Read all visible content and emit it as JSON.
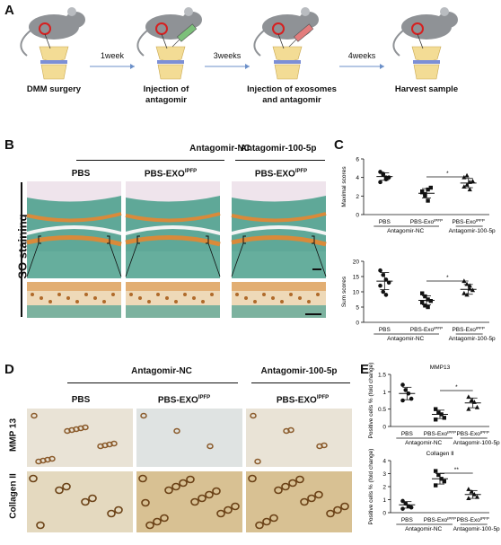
{
  "panels": {
    "a": "A",
    "b": "B",
    "c": "C",
    "d": "D",
    "e": "E"
  },
  "workflow": {
    "steps": [
      {
        "caption": "DMM surgery"
      },
      {
        "caption": "Injection of antagomir"
      },
      {
        "caption": "Injection of exosomes and antagomir"
      },
      {
        "caption": "Harvest sample"
      }
    ],
    "intervals": [
      "1week",
      "3weeks",
      "4weeks"
    ]
  },
  "panel_b": {
    "row_label": "SO staining",
    "group_left": "Antagomir-NC",
    "group_right": "Antagomir-100-5p",
    "col_pbs": "PBS",
    "col_exo": "PBS-EXO",
    "col_exo_sup": "IPFP"
  },
  "panel_d": {
    "group_left": "Antagomir-NC",
    "group_right": "Antagomir-100-5p",
    "col_pbs": "PBS",
    "col_exo": "PBS-EXO",
    "col_exo_sup": "IPFP",
    "row1": "MMP 13",
    "row2": "Collagen II"
  },
  "colors": {
    "stain_green": "#5fa898",
    "stain_orange": "#d98a3a",
    "ihc_bg": "#e9e3d6",
    "ihc_brown": "#8a5a2a"
  },
  "chart_data": [
    {
      "type": "scatter",
      "id": "maximal",
      "title": "",
      "ylabel": "Maximal scores",
      "categories": [
        "PBS",
        "PBS-Exo",
        "PBS-Exo"
      ],
      "cat_sup": [
        "",
        "IPFP",
        "IPFP"
      ],
      "groups": [
        "Antagomir-NC",
        "Antagomir-100-5p"
      ],
      "ylim": [
        0,
        6
      ],
      "yticks": [
        0,
        2,
        4,
        6
      ],
      "points": [
        [
          4.6,
          4.3,
          4.0,
          4.0,
          3.5,
          4.4,
          3.8
        ],
        [
          2.4,
          2.0,
          1.5,
          2.9,
          2.5,
          2.2,
          2.7
        ],
        [
          4.0,
          3.2,
          2.7,
          3.6,
          3.0,
          4.2,
          3.5
        ]
      ],
      "means": [
        4.1,
        2.3,
        3.4
      ],
      "sd": [
        0.4,
        0.5,
        0.5
      ],
      "sig": "*"
    },
    {
      "type": "scatter",
      "id": "sum",
      "title": "",
      "ylabel": "Sum scores",
      "categories": [
        "PBS",
        "PBS-Exo",
        "PBS-Exo"
      ],
      "cat_sup": [
        "",
        "IPFP",
        "IPFP"
      ],
      "groups": [
        "Antagomir-NC",
        "Antagomir-100-5p"
      ],
      "ylim": [
        0,
        20
      ],
      "yticks": [
        0,
        5,
        10,
        15,
        20
      ],
      "points": [
        [
          17,
          15.5,
          14,
          13,
          12,
          10,
          9
        ],
        [
          9.5,
          8.5,
          7.5,
          7,
          6.5,
          5.5,
          5
        ],
        [
          13.5,
          12.5,
          11,
          10.5,
          9.5,
          9,
          12
        ]
      ],
      "means": [
        13.5,
        7.2,
        10.8
      ],
      "sd": [
        2.8,
        1.5,
        1.6
      ],
      "sig": "*"
    },
    {
      "type": "scatter",
      "id": "mmp13",
      "title": "MMP13",
      "ylabel": "Positive cells % (fold change)",
      "categories": [
        "PBS",
        "PBS-Exo",
        "PBS-Exo"
      ],
      "cat_sup": [
        "",
        "IPFP",
        "IPFP"
      ],
      "groups": [
        "Antagomir-NC",
        "Antagomir-100-5p"
      ],
      "ylim": [
        0,
        1.5
      ],
      "yticks": [
        0,
        0.5,
        1.0,
        1.5
      ],
      "points": [
        [
          1.2,
          1.05,
          0.95,
          0.8,
          0.75
        ],
        [
          0.5,
          0.4,
          0.35,
          0.25,
          0.2
        ],
        [
          0.85,
          0.75,
          0.7,
          0.55,
          0.5
        ]
      ],
      "means": [
        0.95,
        0.35,
        0.68
      ],
      "sd": [
        0.18,
        0.12,
        0.14
      ],
      "sig": "*"
    },
    {
      "type": "scatter",
      "id": "collagen",
      "title": "Collagen Ⅱ",
      "ylabel": "Positive cells % (fold change)",
      "categories": [
        "PBS",
        "PBS-Exo",
        "PBS-Exo"
      ],
      "cat_sup": [
        "",
        "IPFP",
        "IPFP"
      ],
      "groups": [
        "Antagomir-NC",
        "Antagomir-100-5p"
      ],
      "ylim": [
        0,
        4
      ],
      "yticks": [
        0,
        1,
        2,
        3,
        4
      ],
      "points": [
        [
          0.9,
          0.7,
          0.5,
          0.4,
          0.3
        ],
        [
          3.2,
          2.9,
          2.6,
          2.4,
          2.1
        ],
        [
          1.8,
          1.6,
          1.4,
          1.2,
          1.1
        ]
      ],
      "means": [
        0.6,
        2.6,
        1.4
      ],
      "sd": [
        0.25,
        0.4,
        0.3
      ],
      "sig": "**"
    }
  ]
}
